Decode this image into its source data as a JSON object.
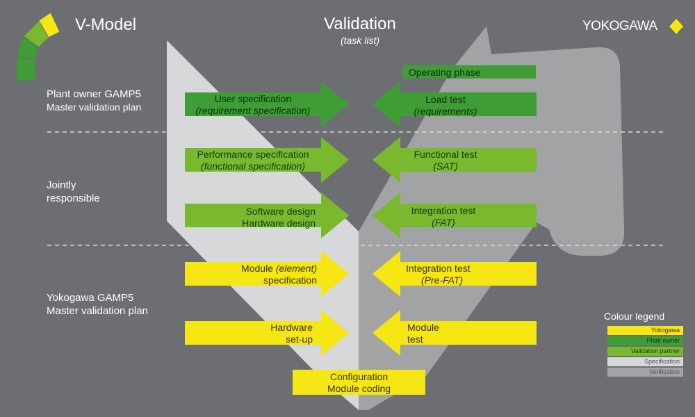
{
  "header": {
    "title": "V-Model",
    "center_title": "Validation",
    "center_subtitle": "(task list)",
    "brand": "YOKOGAWA"
  },
  "sections": {
    "plant_owner": [
      "Plant owner GAMP5",
      "Master validation plan"
    ],
    "jointly": [
      "Jointly",
      "responsible"
    ],
    "yokogawa": [
      "Yokogawa GAMP5",
      "Master validation plan"
    ]
  },
  "left_items": [
    {
      "line1": "User specification",
      "line2": "(requirement specification)"
    },
    {
      "line1": "Performance specification",
      "line2": "(functional specification)"
    },
    {
      "line1": "Software design",
      "line2": "Hardware design"
    },
    {
      "line1": "Module (element)",
      "line2": "specification"
    },
    {
      "line1": "Hardware",
      "line2": "set-up"
    }
  ],
  "right_items": [
    {
      "line1": "Operating phase"
    },
    {
      "line1": "Load test",
      "line2": "(requirements)"
    },
    {
      "line1": "Functional test",
      "line2": "(SAT)"
    },
    {
      "line1": "Integration test",
      "line2": "(FAT)"
    },
    {
      "line1": "Integration test",
      "line2": "(Pre-FAT)"
    },
    {
      "line1": "Module",
      "line2": "test"
    }
  ],
  "bottom_item": {
    "line1": "Configuration",
    "line2": "Module coding"
  },
  "legend": {
    "title": "Colour legend",
    "items": [
      {
        "label": "Yokogawa",
        "color": "#f5e614"
      },
      {
        "label": "Plant owner",
        "color": "#3e9e35"
      },
      {
        "label": "Validation partner",
        "color": "#7ab92e"
      },
      {
        "label": "Specification",
        "color": "#d7d8d9"
      },
      {
        "label": "Verification",
        "color": "#a2a3a5"
      }
    ]
  },
  "colors": {
    "background": "#6d6e71",
    "yokogawa": "#f5e614",
    "plant_owner": "#3e9e35",
    "validation_partner": "#7ab92e",
    "specification": "#d7d8d9",
    "verification": "#a2a3a5",
    "separator": "#d9d9d9"
  }
}
